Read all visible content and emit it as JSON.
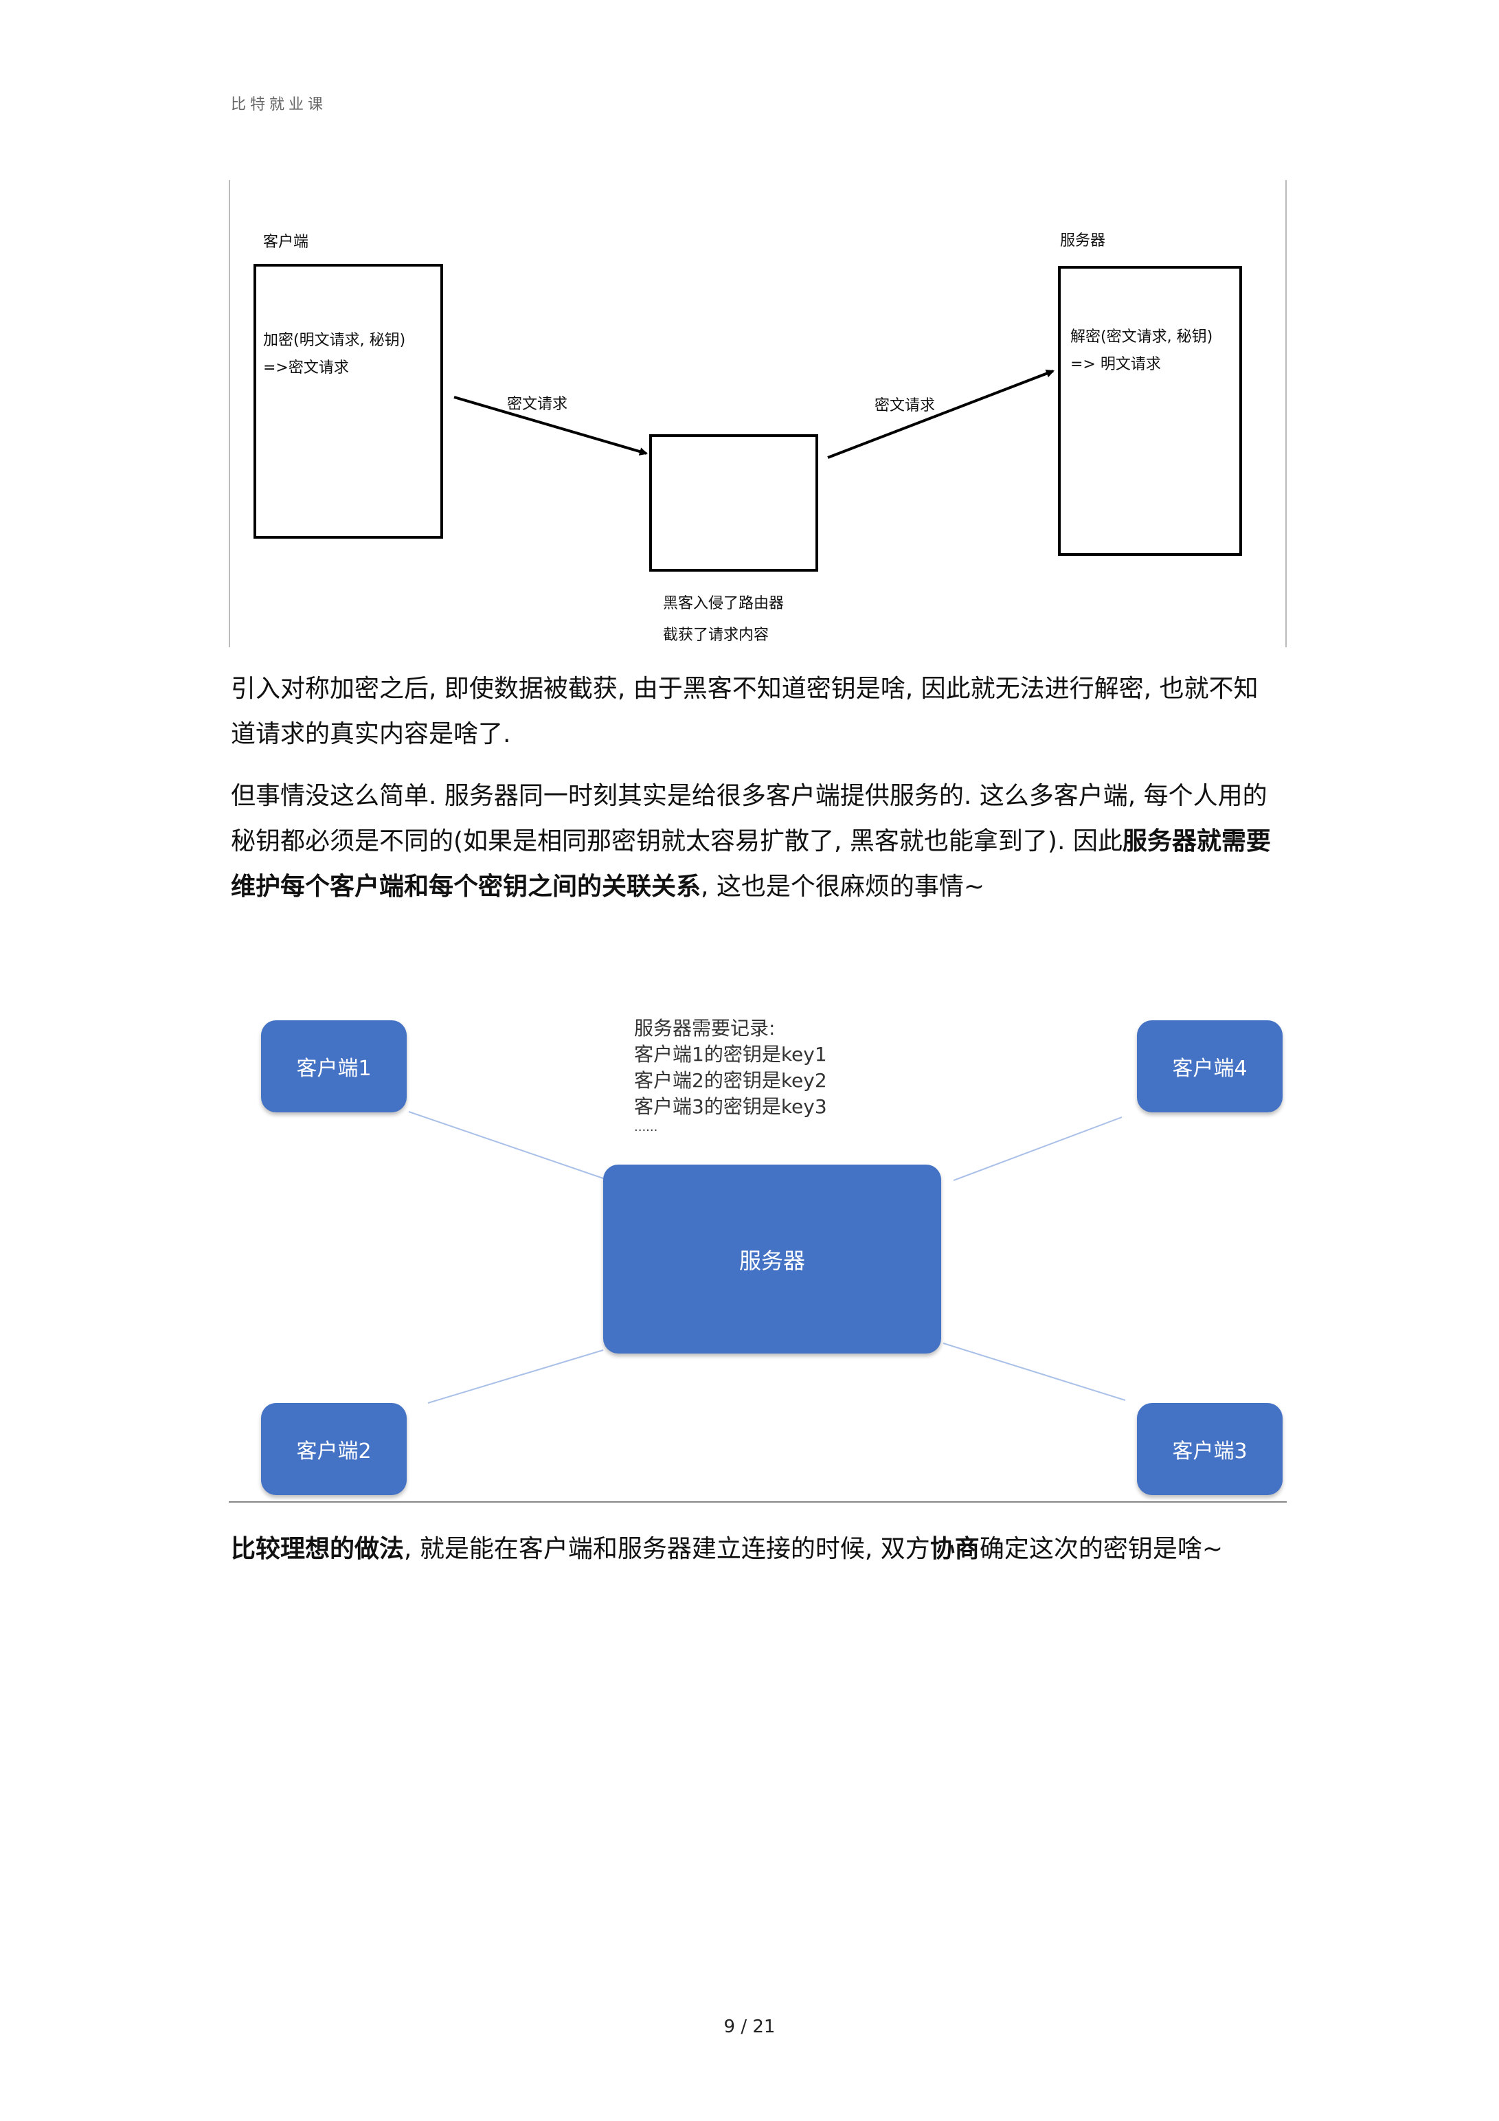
{
  "header": {
    "label": "比特就业课"
  },
  "figure1": {
    "client_title": "客户端",
    "client_line1": "加密(明文请求, 秘钥)",
    "client_line2": "=>密文请求",
    "arrow_left_label": "密文请求",
    "arrow_right_label": "密文请求",
    "server_title": "服务器",
    "server_line1": "解密(密文请求, 秘钥)",
    "server_line2": "=> 明文请求",
    "router_caption1": "黑客入侵了路由器",
    "router_caption2": "截获了请求内容"
  },
  "para1": {
    "text": "引入对称加密之后, 即使数据被截获, 由于黑客不知道密钥是啥, 因此就无法进行解密, 也就不知道请求的真实内容是啥了."
  },
  "para2": {
    "text_before": "但事情没这么简单. 服务器同一时刻其实是给很多客户端提供服务的. 这么多客户端, 每个人用的秘钥都必须是不同的(如果是相同那密钥就太容易扩散了, 黑客就也能拿到了). 因此",
    "text_bold": "服务器就需要维护每个客户端和每个密钥之间的关联关系",
    "text_after": ", 这也是个很麻烦的事情~"
  },
  "figure2": {
    "note_title": "服务器需要记录:",
    "note_line1": "客户端1的密钥是key1",
    "note_line2": "客户端2的密钥是key2",
    "note_line3": "客户端3的密钥是key3",
    "note_line4": "......",
    "server_label": "服务器",
    "client1": "客户端1",
    "client2": "客户端2",
    "client3": "客户端3",
    "client4": "客户端4",
    "node_color": "#4472c4"
  },
  "para3": {
    "bold1": "比较理想的做法",
    "text1": ", 就是能在客户端和服务器建立连接的时候, 双方",
    "bold2": "协商",
    "text2": "确定这次的密钥是啥~"
  },
  "footer": {
    "page": "9 / 21"
  }
}
